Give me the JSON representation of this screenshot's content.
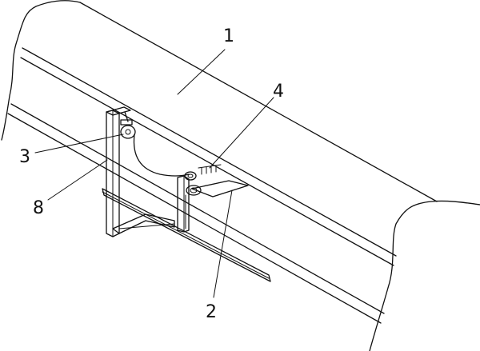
{
  "figure": {
    "labels": [
      {
        "id": "1",
        "text": "1"
      },
      {
        "id": "2",
        "text": "2"
      },
      {
        "id": "3",
        "text": "3"
      },
      {
        "id": "4",
        "text": "4"
      },
      {
        "id": "8",
        "text": "8"
      }
    ]
  }
}
